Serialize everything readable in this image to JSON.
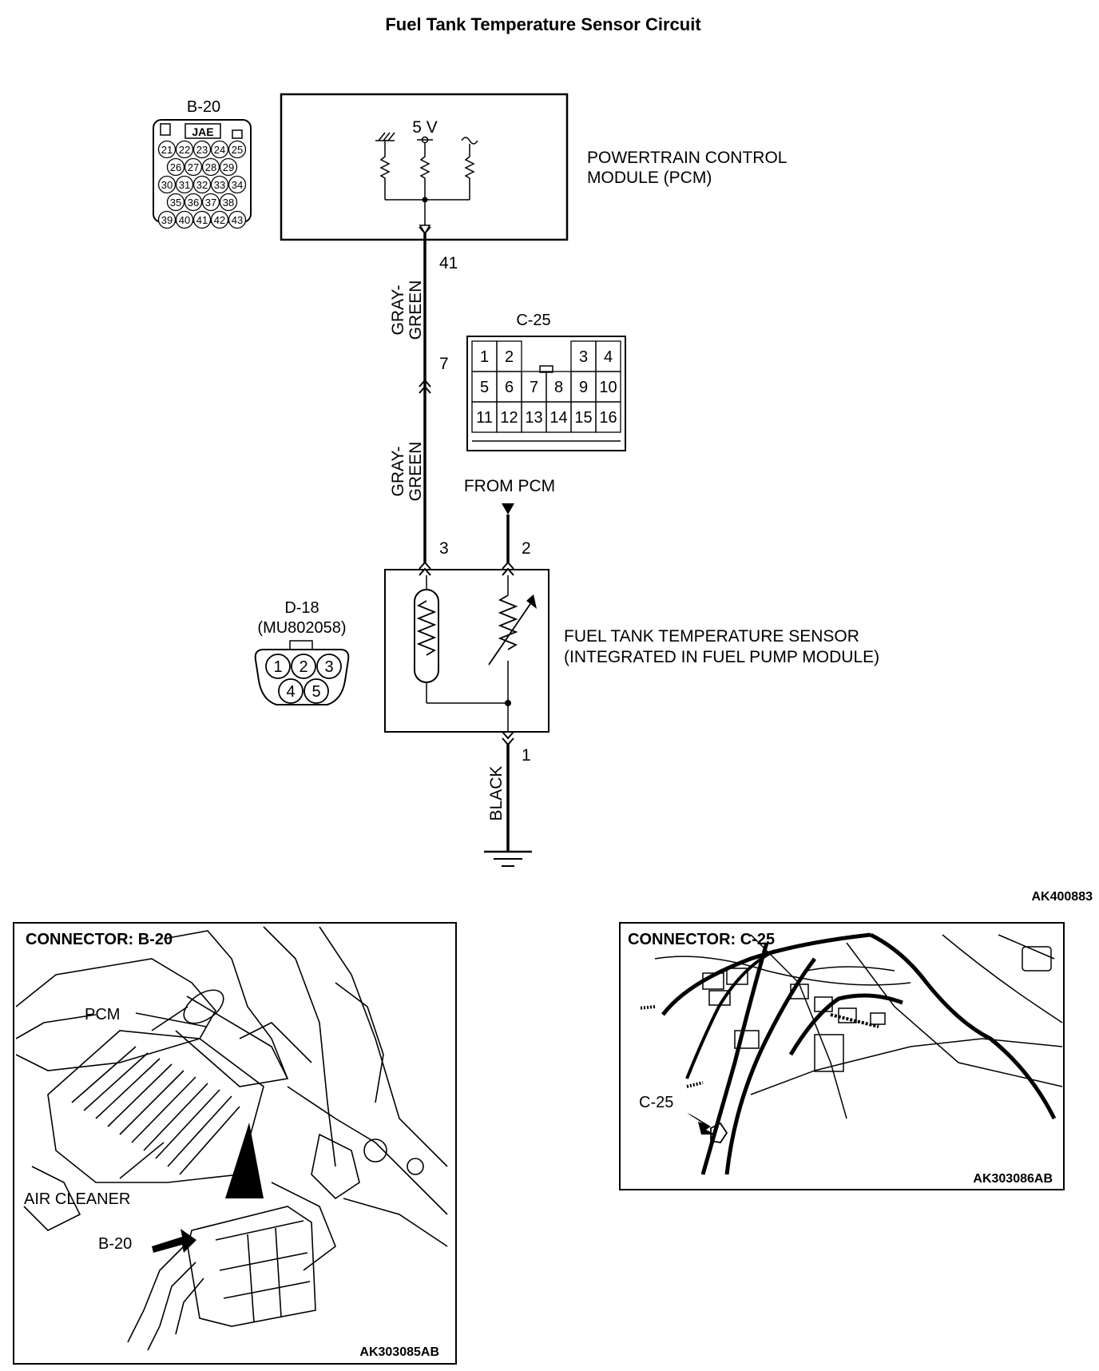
{
  "title": "Fuel Tank Temperature Sensor Circuit",
  "pcm": {
    "label_line1": "POWERTRAIN CONTROL",
    "label_line2": "MODULE (PCM)",
    "voltage": "5 V",
    "pin": "41"
  },
  "connector_b20": {
    "name": "B-20",
    "maker": "JAE",
    "rows": [
      [
        "21",
        "22",
        "23",
        "24",
        "25"
      ],
      [
        "26",
        "27",
        "28",
        "29"
      ],
      [
        "30",
        "31",
        "32",
        "33",
        "34"
      ],
      [
        "35",
        "36",
        "37",
        "38"
      ],
      [
        "39",
        "40",
        "41",
        "42",
        "43"
      ]
    ]
  },
  "connector_c25": {
    "name": "C-25",
    "rows": [
      [
        "1",
        "2",
        "",
        "",
        "3",
        "4"
      ],
      [
        "5",
        "6",
        "7",
        "8",
        "9",
        "10"
      ],
      [
        "11",
        "12",
        "13",
        "14",
        "15",
        "16"
      ]
    ],
    "pin": "7"
  },
  "connector_d18": {
    "name": "D-18",
    "part": "(MU802058)",
    "top_row": [
      "1",
      "2",
      "3"
    ],
    "bottom_row": [
      "4",
      "5"
    ]
  },
  "wires": {
    "upper": [
      "GRAY-",
      "GREEN"
    ],
    "lower": [
      "GRAY-",
      "GREEN"
    ],
    "ground": "BLACK"
  },
  "from_pcm": "FROM PCM",
  "sensor": {
    "pin3": "3",
    "pin2": "2",
    "pin1": "1",
    "label_line1": "FUEL TANK TEMPERATURE SENSOR",
    "label_line2": "(INTEGRATED IN FUEL PUMP MODULE)"
  },
  "figure_code": "AK400883",
  "panel_b20": {
    "title": "CONNECTOR: B-20",
    "label_pcm": "PCM",
    "label_air_cleaner": "AIR CLEANER",
    "label_b20": "B-20",
    "code": "AK303085AB"
  },
  "panel_c25": {
    "title": "CONNECTOR: C-25",
    "label_c25": "C-25",
    "code": "AK303086AB"
  }
}
